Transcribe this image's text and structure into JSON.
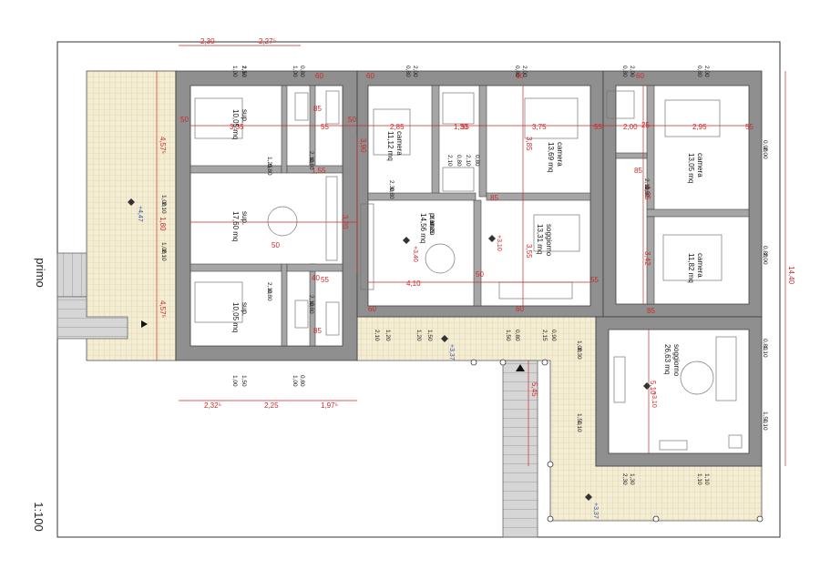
{
  "sheet": {
    "level_label": "primo",
    "scale_label": "1:100"
  },
  "colors": {
    "wall": "#888888",
    "wall_edge": "#444444",
    "dimension": "#cc2a2a",
    "terrace": "#f3ecd6",
    "terrace_grid": "#d8c88c",
    "stair": "#d2d2d2",
    "elevation": "#3a55b0"
  },
  "rooms": [
    {
      "id": "sup-nw",
      "name": "sup.",
      "area": "10,05 mq"
    },
    {
      "id": "sup-w",
      "name": "sup.",
      "area": "17,60 mq"
    },
    {
      "id": "sup-sw",
      "name": "sup.",
      "area": "10,05 mq"
    },
    {
      "id": "camera-a",
      "name": "camera",
      "area": "11,12 mq"
    },
    {
      "id": "pranzo",
      "name": "pranzo",
      "area": "14,56 mq"
    },
    {
      "id": "camera-b",
      "name": "camera",
      "area": "13,69 mq"
    },
    {
      "id": "soggiorno-a",
      "name": "soggiorno",
      "area": "13,31 mq"
    },
    {
      "id": "camera-c",
      "name": "camera",
      "area": "13,05 mq"
    },
    {
      "id": "camera-d",
      "name": "camera",
      "area": "11,82 mq"
    },
    {
      "id": "soggiorno-b",
      "name": "soggiorno",
      "area": "26,63 mq"
    }
  ],
  "elevations": [
    "+4,47",
    "+3,40",
    "+3,10",
    "+3,10",
    "+3,37",
    "+3,37"
  ],
  "top_dimensions": [
    "2,30",
    "2,27⁵"
  ],
  "bottom_dimensions": [
    "2,32⁵",
    "2,25",
    "1,97⁵"
  ],
  "right_total": "14,40",
  "left_dimensions": [
    "4,57⁵",
    "4,57⁵"
  ],
  "interior_dimensions": [
    "3,35",
    "2,85",
    "1,30",
    "3,75",
    "2,00",
    "2,95",
    "3,90",
    "3,85",
    "3,20",
    "4,10",
    "3,55",
    "3,42",
    "5,10",
    "5,45",
    "1,80",
    "1,35",
    "50",
    "50",
    "50",
    "50",
    "55",
    "55",
    "55",
    "55",
    "55",
    "55",
    "60",
    "60",
    "60",
    "60",
    "60",
    "60",
    "85",
    "85",
    "85",
    "85",
    "85",
    "40",
    "25",
    "1,55"
  ],
  "opening_labels": [
    "1,50",
    "1,00",
    "0,80",
    "1,00",
    "1,50",
    "1,00",
    "0,80",
    "1,00",
    "1,00",
    "2,10",
    "1,00",
    "2,10",
    "0,80",
    "2,00",
    "0,80",
    "2,00",
    "0,80",
    "2,00",
    "0,80",
    "2,00",
    "0,90",
    "2,00",
    "0,80",
    "2,00",
    "0,80",
    "1,10",
    "1,50",
    "1,10",
    "1,00",
    "2,30",
    "1,50",
    "1,10",
    "1,30",
    "2,30",
    "1,10",
    "1,10",
    "2,10",
    "1,20",
    "1,20",
    "1,50",
    "1,50",
    "0,80",
    "2,15",
    "0,90",
    "1,25",
    "0,80",
    "2,10",
    "0,80",
    "2,10",
    "0,80",
    "2,10",
    "0,80",
    "2,10",
    "0,85",
    "2,30",
    "0,80",
    "2,10",
    "0,80",
    "2,10",
    "0,80",
    "2,10",
    "0,80",
    "2,10"
  ]
}
